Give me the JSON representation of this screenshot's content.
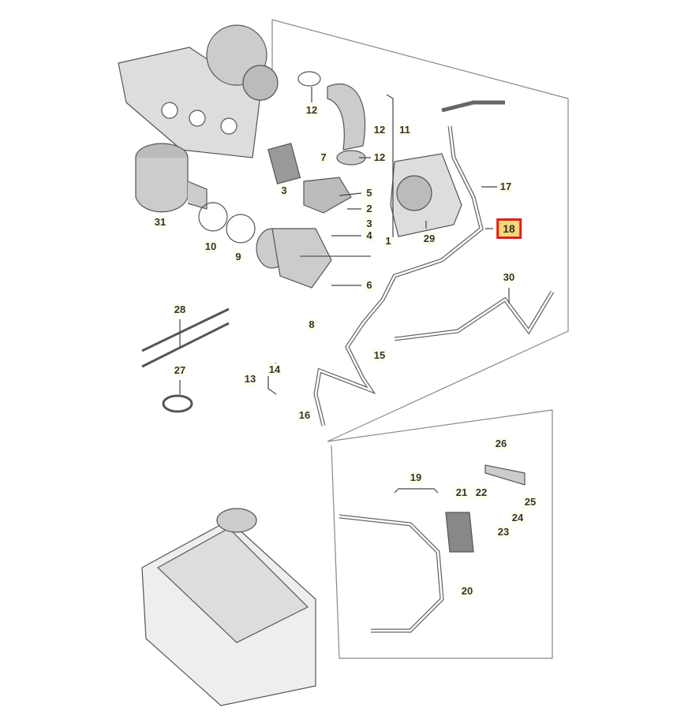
{
  "diagram": {
    "highlighted_part": "18",
    "highlight_color": "#e0201e",
    "callouts": [
      {
        "id": "c12a",
        "text": "12"
      },
      {
        "id": "c12b",
        "text": "12"
      },
      {
        "id": "c11",
        "text": "11"
      },
      {
        "id": "c12c",
        "text": "12"
      },
      {
        "id": "c7",
        "text": "7"
      },
      {
        "id": "c3a",
        "text": "3"
      },
      {
        "id": "c5",
        "text": "5"
      },
      {
        "id": "c2",
        "text": "2"
      },
      {
        "id": "c3b",
        "text": "3"
      },
      {
        "id": "c4",
        "text": "4"
      },
      {
        "id": "c1",
        "text": "1"
      },
      {
        "id": "c6",
        "text": "6"
      },
      {
        "id": "c8",
        "text": "8"
      },
      {
        "id": "c31",
        "text": "31"
      },
      {
        "id": "c10",
        "text": "10"
      },
      {
        "id": "c9",
        "text": "9"
      },
      {
        "id": "c29",
        "text": "29"
      },
      {
        "id": "c17",
        "text": "17"
      },
      {
        "id": "c18",
        "text": "18"
      },
      {
        "id": "c30",
        "text": "30"
      },
      {
        "id": "c28",
        "text": "28"
      },
      {
        "id": "c27",
        "text": "27"
      },
      {
        "id": "c14",
        "text": "14"
      },
      {
        "id": "c13",
        "text": "13"
      },
      {
        "id": "c15",
        "text": "15"
      },
      {
        "id": "c16",
        "text": "16"
      },
      {
        "id": "c26",
        "text": "26"
      },
      {
        "id": "c19",
        "text": "19"
      },
      {
        "id": "c21",
        "text": "21"
      },
      {
        "id": "c22",
        "text": "22"
      },
      {
        "id": "c25",
        "text": "25"
      },
      {
        "id": "c24",
        "text": "24"
      },
      {
        "id": "c23",
        "text": "23"
      },
      {
        "id": "c20",
        "text": "20"
      }
    ]
  }
}
